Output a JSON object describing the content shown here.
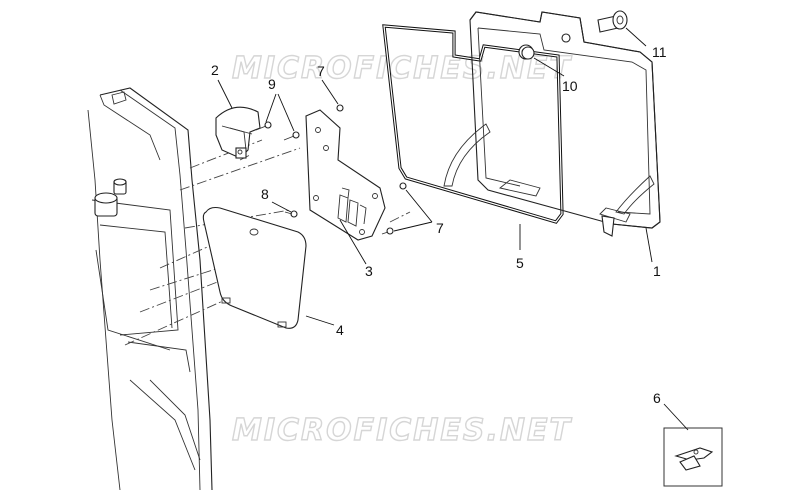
{
  "watermarks": [
    "MICROFICHES.NET",
    "MICROFICHES.NET"
  ],
  "callouts": {
    "c1": "1",
    "c2": "2",
    "c3": "3",
    "c4": "4",
    "c5": "5",
    "c6": "6",
    "c7a": "7",
    "c7b": "7",
    "c8": "8",
    "c9": "9",
    "c10": "10",
    "c11": "11"
  }
}
